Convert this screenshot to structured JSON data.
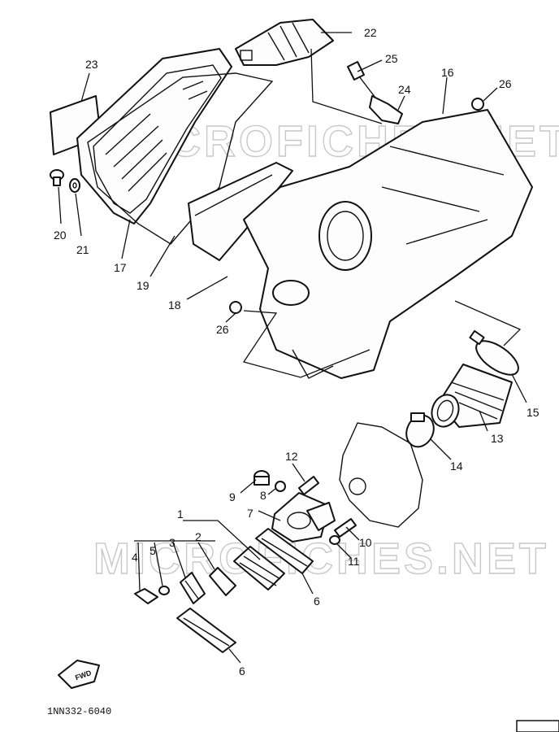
{
  "watermark": {
    "top": "MICROFICHES.NET",
    "bottom": "MICROFICHES.NET"
  },
  "drawing_code": "1NN332-6040",
  "fwd_label": "FWD",
  "callouts": {
    "c1": "1",
    "c2": "2",
    "c3": "3",
    "c4": "4",
    "c5": "5",
    "c6a": "6",
    "c6b": "6",
    "c7": "7",
    "c8": "8",
    "c9": "9",
    "c10": "10",
    "c11": "11",
    "c12": "12",
    "c13": "13",
    "c14": "14",
    "c15": "15",
    "c16": "16",
    "c17": "17",
    "c18": "18",
    "c19": "19",
    "c20": "20",
    "c21": "21",
    "c22": "22",
    "c23": "23",
    "c24": "24",
    "c25": "25",
    "c26a": "26",
    "c26b": "26"
  }
}
